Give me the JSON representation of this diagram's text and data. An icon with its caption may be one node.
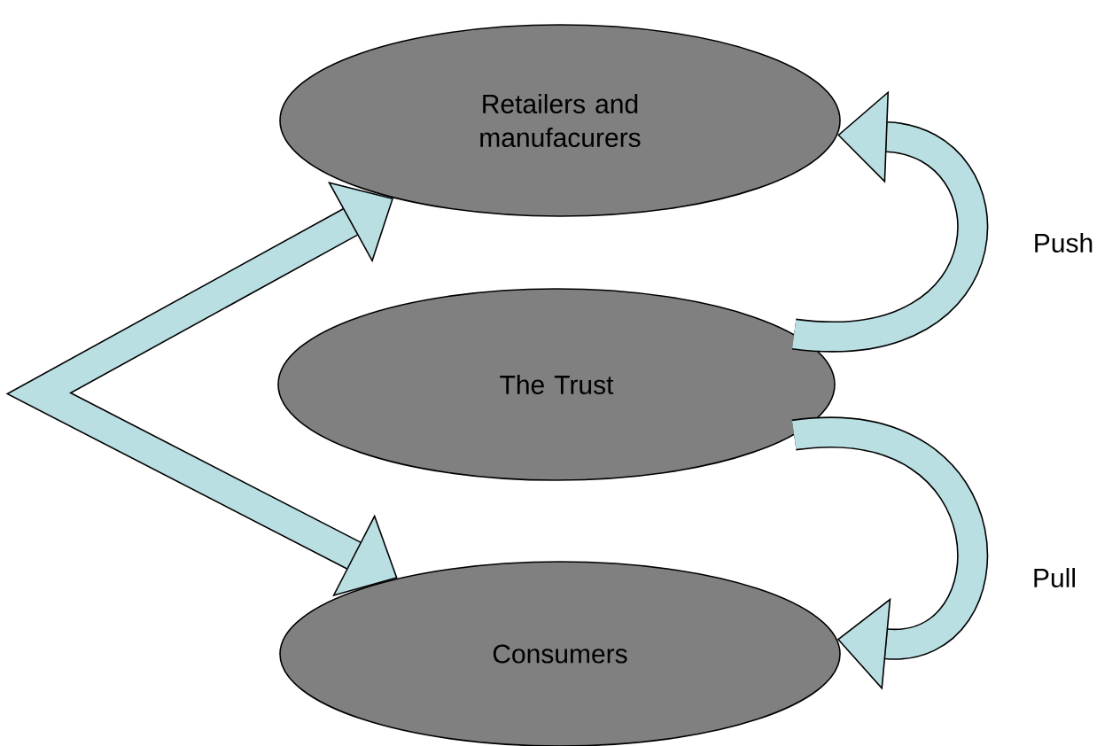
{
  "diagram": {
    "nodes": [
      {
        "text": [
          "Retailers and manufacurers"
        ]
      },
      {
        "text": [
          "The Trust"
        ]
      },
      {
        "text": [
          "Consumers"
        ]
      }
    ],
    "edges": [
      {
        "from": 0,
        "to": 2,
        "arrow": "both"
      },
      {
        "from": 1,
        "to": 0,
        "arrow": "to",
        "label": "Push"
      },
      {
        "from": 1,
        "to": 2,
        "arrow": "to",
        "label": "Pull"
      }
    ]
  }
}
